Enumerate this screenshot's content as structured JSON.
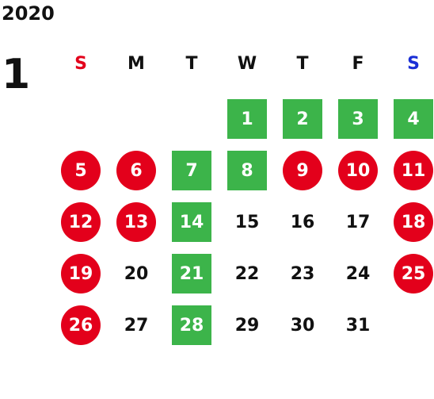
{
  "calendar": {
    "year": "2020",
    "month": "1",
    "weekdays": [
      {
        "label": "S",
        "color": "#e3001b"
      },
      {
        "label": "M",
        "color": "#111111"
      },
      {
        "label": "T",
        "color": "#111111"
      },
      {
        "label": "W",
        "color": "#111111"
      },
      {
        "label": "T",
        "color": "#111111"
      },
      {
        "label": "F",
        "color": "#111111"
      },
      {
        "label": "S",
        "color": "#1a2fd6"
      }
    ],
    "first_weekday_index": 3,
    "days": [
      {
        "day": "1",
        "style": "green"
      },
      {
        "day": "2",
        "style": "green"
      },
      {
        "day": "3",
        "style": "green"
      },
      {
        "day": "4",
        "style": "green"
      },
      {
        "day": "5",
        "style": "red"
      },
      {
        "day": "6",
        "style": "red"
      },
      {
        "day": "7",
        "style": "green"
      },
      {
        "day": "8",
        "style": "green"
      },
      {
        "day": "9",
        "style": "red"
      },
      {
        "day": "10",
        "style": "red"
      },
      {
        "day": "11",
        "style": "red"
      },
      {
        "day": "12",
        "style": "red"
      },
      {
        "day": "13",
        "style": "red"
      },
      {
        "day": "14",
        "style": "green"
      },
      {
        "day": "15",
        "style": "plain"
      },
      {
        "day": "16",
        "style": "plain"
      },
      {
        "day": "17",
        "style": "plain"
      },
      {
        "day": "18",
        "style": "red"
      },
      {
        "day": "19",
        "style": "red"
      },
      {
        "day": "20",
        "style": "plain"
      },
      {
        "day": "21",
        "style": "green"
      },
      {
        "day": "22",
        "style": "plain"
      },
      {
        "day": "23",
        "style": "plain"
      },
      {
        "day": "24",
        "style": "plain"
      },
      {
        "day": "25",
        "style": "red"
      },
      {
        "day": "26",
        "style": "red"
      },
      {
        "day": "27",
        "style": "plain"
      },
      {
        "day": "28",
        "style": "green"
      },
      {
        "day": "29",
        "style": "plain"
      },
      {
        "day": "30",
        "style": "plain"
      },
      {
        "day": "31",
        "style": "plain"
      }
    ]
  }
}
